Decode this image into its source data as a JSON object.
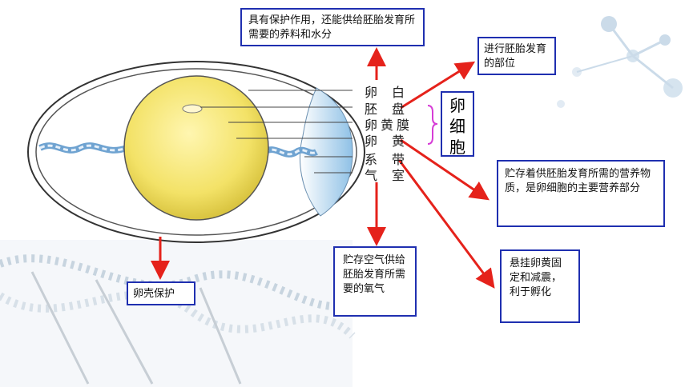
{
  "parts": {
    "egg_white": "卵白",
    "germinal_disc": "胚盘",
    "yolk_membrane": "卵黄膜",
    "yolk": "卵黄",
    "chalaza": "系带",
    "air_cell": "气室"
  },
  "egg_cell_label": "卵细胞",
  "notes": {
    "egg_white": "具有保护作用，还能供给胚胎发育所需要的养料和水分",
    "germinal_disc": "进行胚胎发育的部位",
    "yolk": "贮存着供胚胎发育所需的营养物质，是卵细胞的主要营养部分",
    "chalaza": "悬挂卵黄固定和减震，利于孵化",
    "air_cell": "贮存空气供给胚胎发育所需要的氧气",
    "shell": "卵壳保护"
  },
  "colors": {
    "arrow": "#e5221b",
    "box_border": "#1f2fb0",
    "yolk": "#f5e56e",
    "brace": "#d63cd6"
  }
}
